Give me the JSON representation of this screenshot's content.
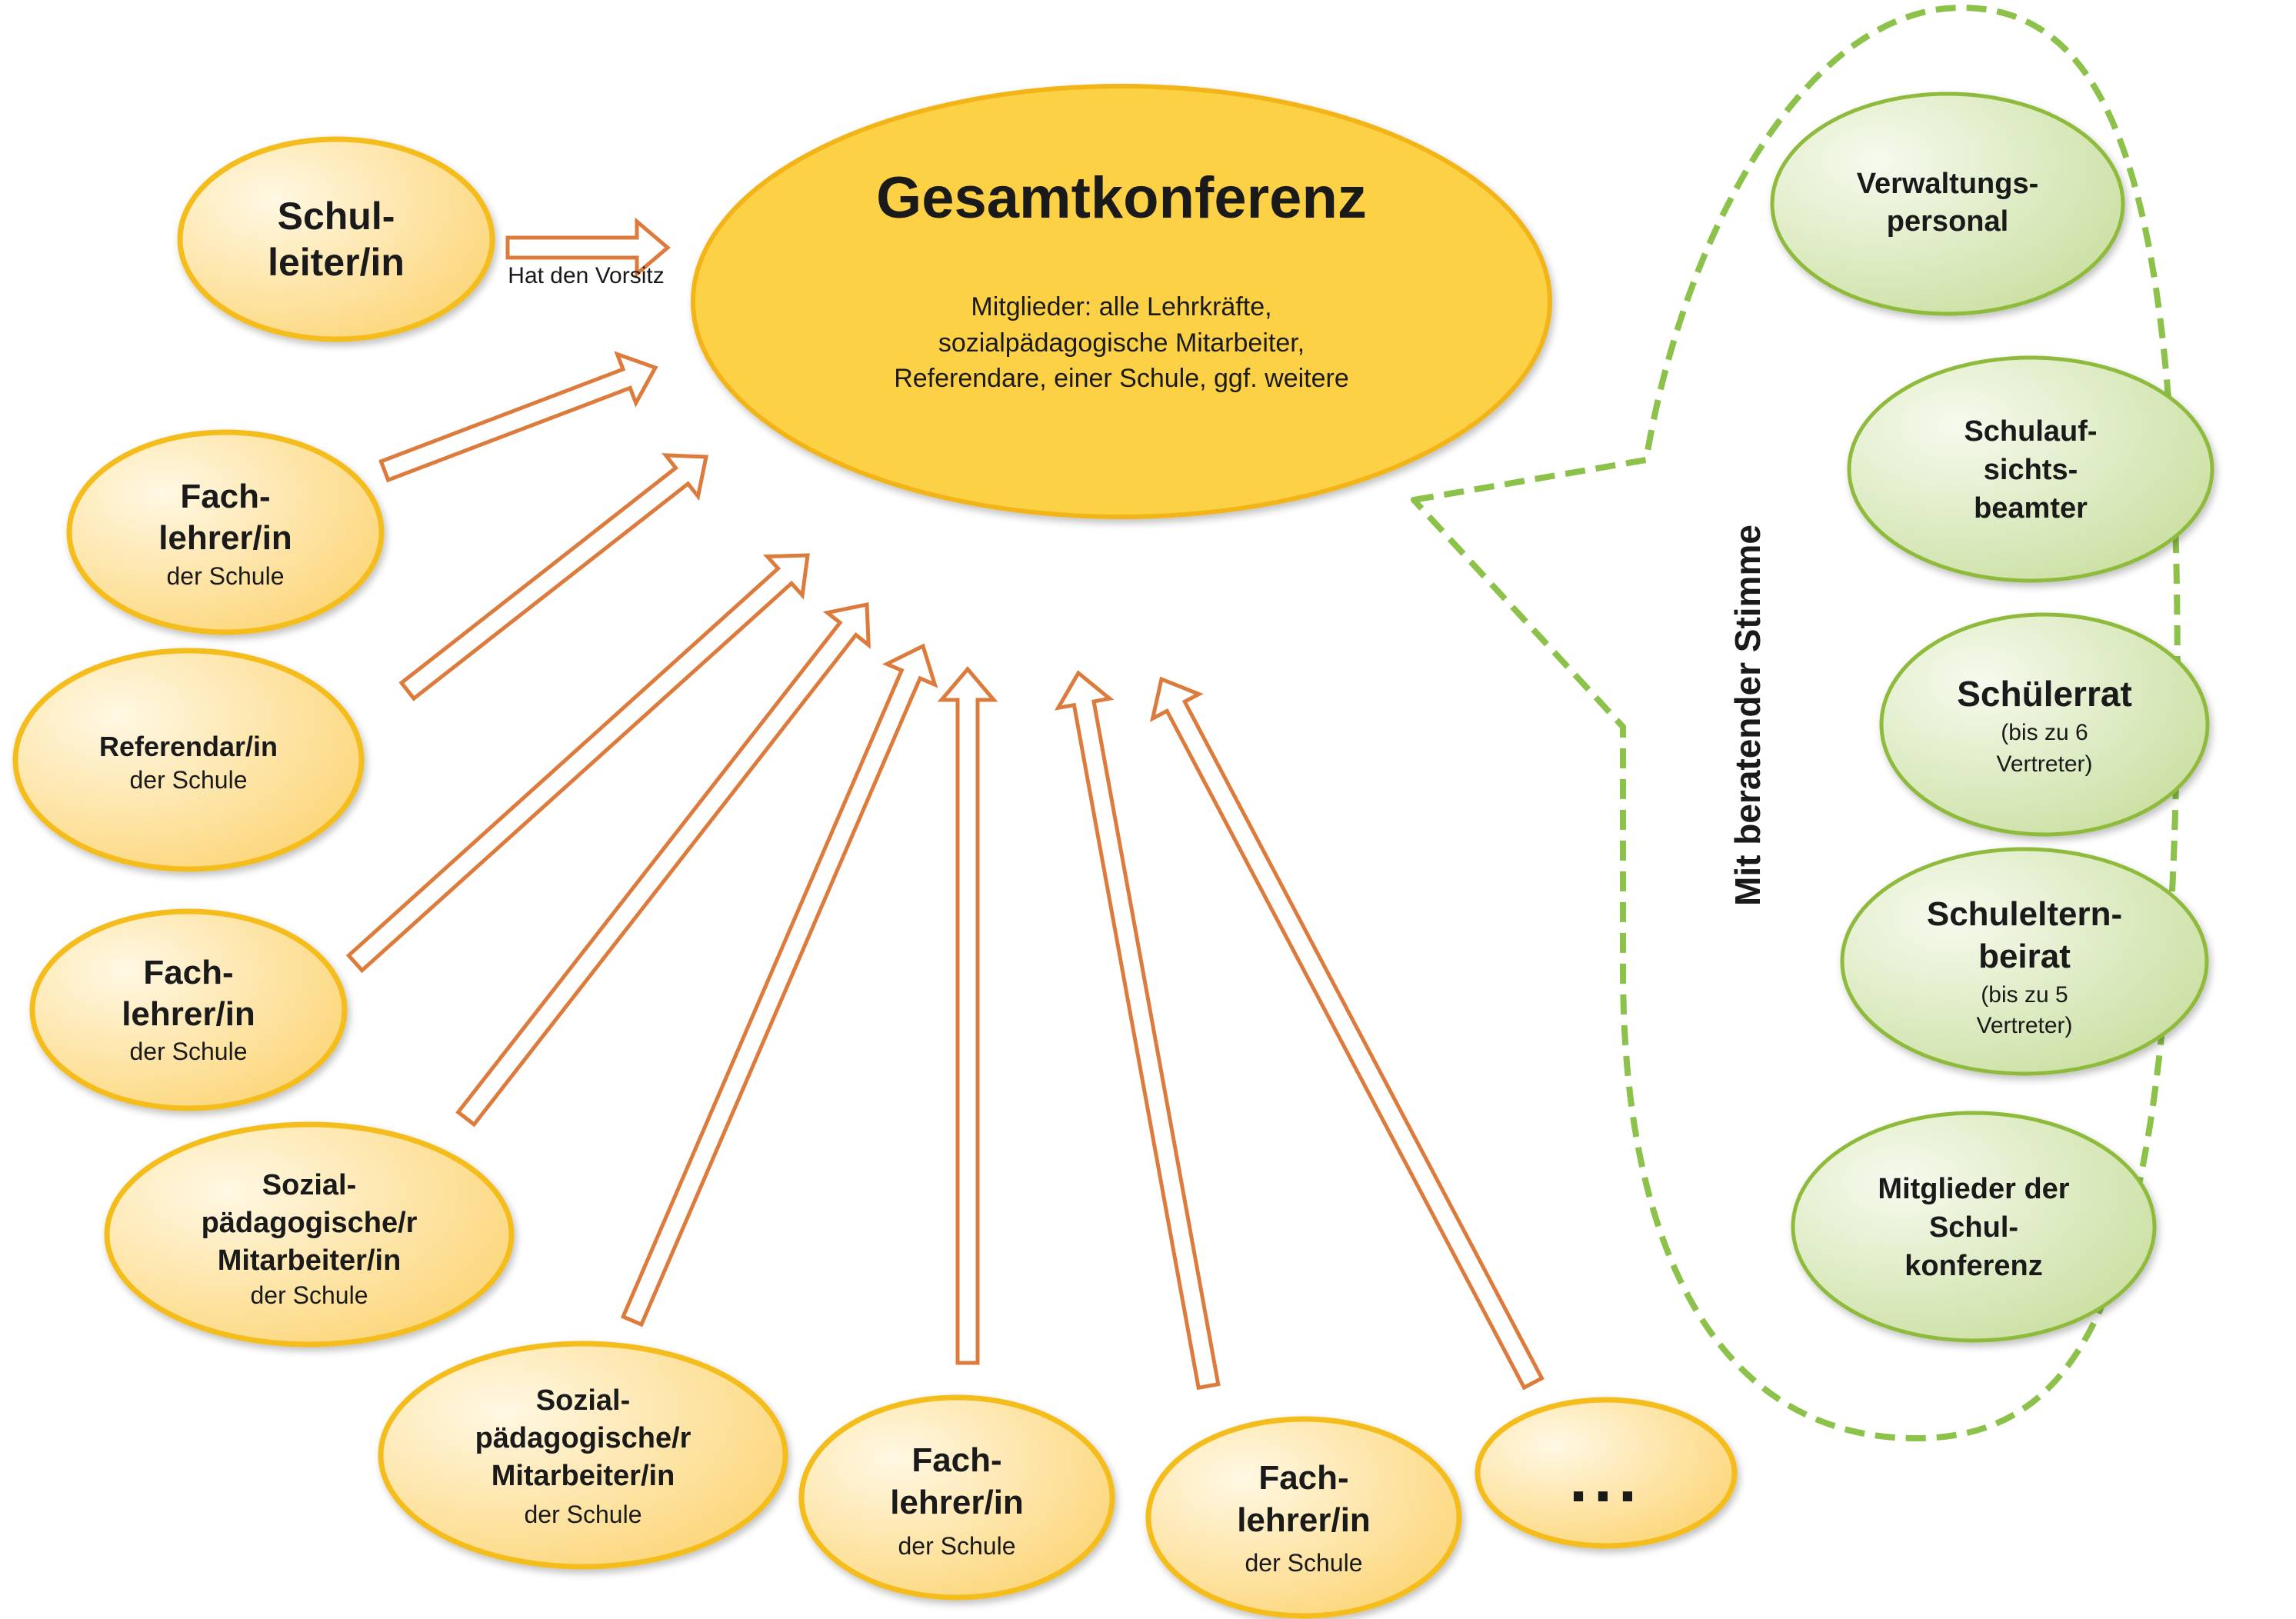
{
  "central": {
    "title": "Gesamtkonferenz",
    "members_lines": [
      "Mitglieder: alle Lehrkräfte,",
      "sozialpädagogische Mitarbeiter,",
      "Referendare, einer Schule, ggf. weitere"
    ]
  },
  "chair_arrow_label": "Hat  den Vorsitz",
  "members": [
    {
      "id": "schulleiter",
      "lines": [
        "Schul-",
        "leiter/in"
      ],
      "sub": []
    },
    {
      "id": "fachlehrer-1",
      "lines": [
        "Fach-",
        "lehrer/in"
      ],
      "sub": [
        "der Schule"
      ]
    },
    {
      "id": "referendar",
      "lines": [
        "Referendar/in"
      ],
      "sub": [
        "der Schule"
      ]
    },
    {
      "id": "fachlehrer-2",
      "lines": [
        "Fach-",
        "lehrer/in"
      ],
      "sub": [
        "der Schule"
      ]
    },
    {
      "id": "sozialpaedagoge-1",
      "lines": [
        "Sozial-",
        "pädagogische/r",
        "Mitarbeiter/in"
      ],
      "sub": [
        "der Schule"
      ]
    },
    {
      "id": "sozialpaedagoge-2",
      "lines": [
        "Sozial-",
        "pädagogische/r",
        "Mitarbeiter/in"
      ],
      "sub": [
        "der Schule"
      ]
    },
    {
      "id": "fachlehrer-3",
      "lines": [
        "Fach-",
        "lehrer/in"
      ],
      "sub": [
        "der Schule"
      ]
    },
    {
      "id": "fachlehrer-4",
      "lines": [
        "Fach-",
        "lehrer/in"
      ],
      "sub": [
        "der Schule"
      ]
    },
    {
      "id": "weitere",
      "lines": [
        "..."
      ],
      "sub": []
    }
  ],
  "advisory": {
    "label": "Mit beratender Stimme",
    "members": [
      {
        "id": "verwaltungspersonal",
        "lines": [
          "Verwaltungs-",
          "personal"
        ],
        "sub": []
      },
      {
        "id": "schulaufsichtsbeamter",
        "lines": [
          "Schulauf-",
          "sichts-",
          "beamter"
        ],
        "sub": []
      },
      {
        "id": "schuelerrat",
        "lines": [
          "Schülerrat"
        ],
        "sub": [
          "(bis zu 6",
          "Vertreter)"
        ]
      },
      {
        "id": "schulelternbeirat",
        "lines": [
          "Schuleltern-",
          "beirat"
        ],
        "sub": [
          "(bis zu 5",
          "Vertreter)"
        ]
      },
      {
        "id": "schulkonferenz",
        "lines": [
          "Mitglieder der",
          "Schul-",
          "konferenz"
        ],
        "sub": []
      }
    ]
  },
  "colors": {
    "central_fill": "#fdd144",
    "central_stroke": "#f2b418",
    "member_fill_light": "#fff6dc",
    "member_fill_dark": "#fcd97a",
    "member_stroke": "#f4bd1d",
    "arrow_stroke": "#dc7b3c",
    "advisory_fill_light": "#f4f9ea",
    "advisory_fill_dark": "#cfe2a8",
    "advisory_stroke": "#8fbb3e",
    "dashed_outline": "#8cc14a",
    "text": "#1a1a1a"
  }
}
